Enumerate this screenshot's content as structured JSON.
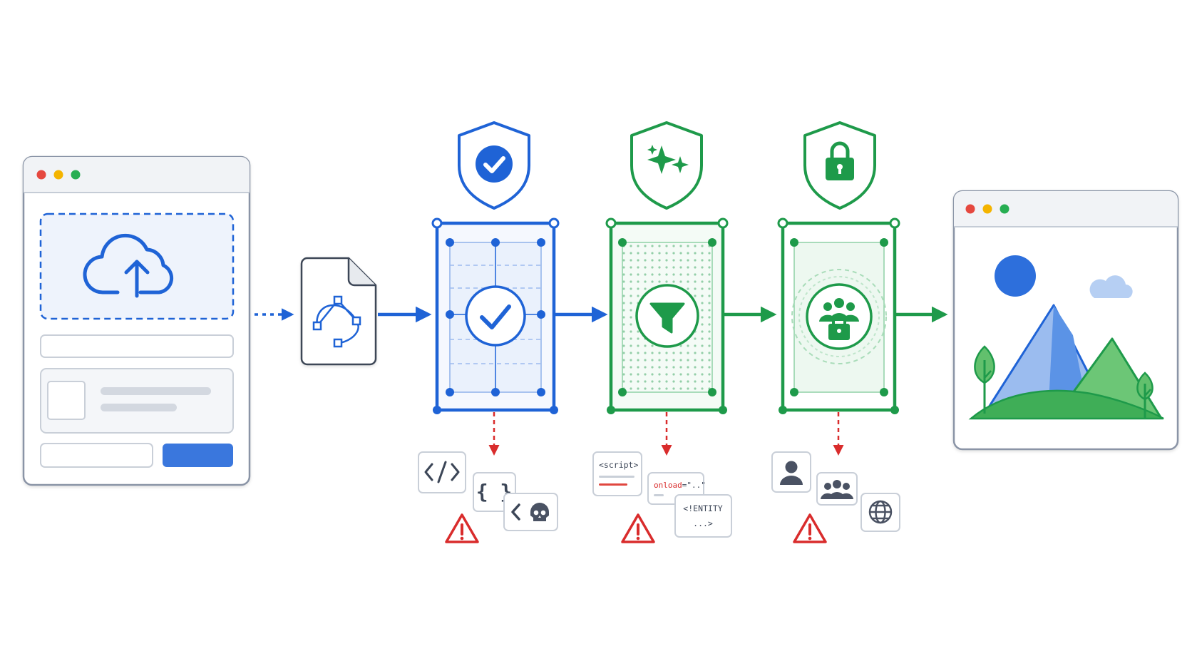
{
  "colors": {
    "blue": "#1f63d6",
    "blue_light": "#eef3fc",
    "green": "#1e9a4a",
    "green_light": "#edf8f0",
    "red": "#d92c2c",
    "gray_border": "#8a94a6",
    "gray_fill": "#f3f5f8",
    "traffic_red": "#e5483f",
    "traffic_yellow": "#f4b400",
    "traffic_green": "#27ae52"
  },
  "stages": [
    {
      "id": "validate",
      "shield_icon": "check-icon",
      "center_icon": "check-icon",
      "color": "blue"
    },
    {
      "id": "sanitize",
      "shield_icon": "sparkle-icon",
      "center_icon": "filter-icon",
      "color": "green"
    },
    {
      "id": "isolate",
      "shield_icon": "lock-icon",
      "center_icon": "group-lock-icon",
      "color": "green"
    }
  ],
  "threats": {
    "stage1": {
      "icons": [
        "code-tag-icon",
        "curly-braces-icon",
        "skull-icon"
      ],
      "warning": "warning-icon"
    },
    "stage2": {
      "snippets": {
        "script_tag": "<script>",
        "onload_attr": "onload",
        "onload_value": "=\"..\"",
        "entity_line1": "<!ENTITY",
        "entity_line2": "...>"
      },
      "warning": "warning-icon"
    },
    "stage3": {
      "icons": [
        "user-icon",
        "group-icon",
        "globe-icon"
      ],
      "warning": "warning-icon"
    }
  }
}
